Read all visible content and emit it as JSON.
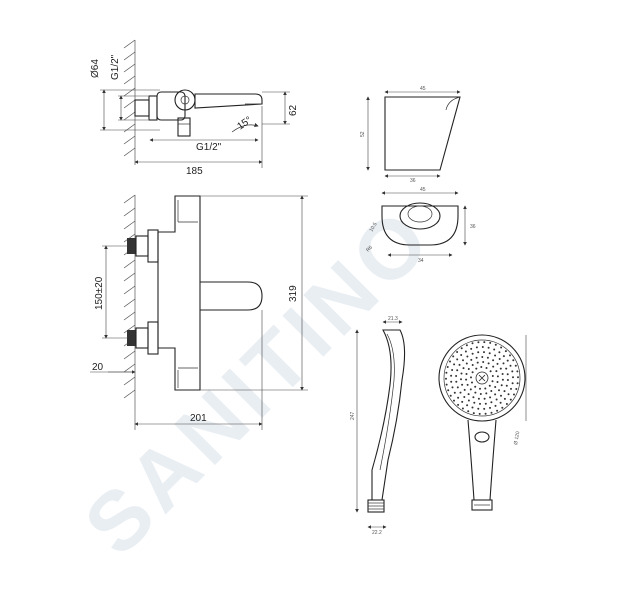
{
  "watermark": "SANITINO",
  "side_view": {
    "dim_diameter": "Ø64",
    "dim_thread_top": "G1/2\"",
    "dim_thread_outlet": "G1/2\"",
    "dim_height": "62",
    "dim_length": "185",
    "dim_angle": "15°"
  },
  "front_view": {
    "dim_spacing": "150±20",
    "dim_height": "319",
    "dim_depth": "201",
    "dim_wall_offset": "20"
  },
  "holder_side": {
    "dim_top": "45",
    "dim_bottom": "36",
    "dim_height": "52"
  },
  "holder_top": {
    "dim_width": "45",
    "dim_depth": "36",
    "dim_bottom": "34",
    "dim_small": "10.5",
    "dim_radius": "R6"
  },
  "hand_shower_side": {
    "dim_top": "21.3",
    "dim_length": "247",
    "dim_bottom": "22.2"
  },
  "hand_shower_front": {
    "dim_diameter": "Ø 120"
  }
}
